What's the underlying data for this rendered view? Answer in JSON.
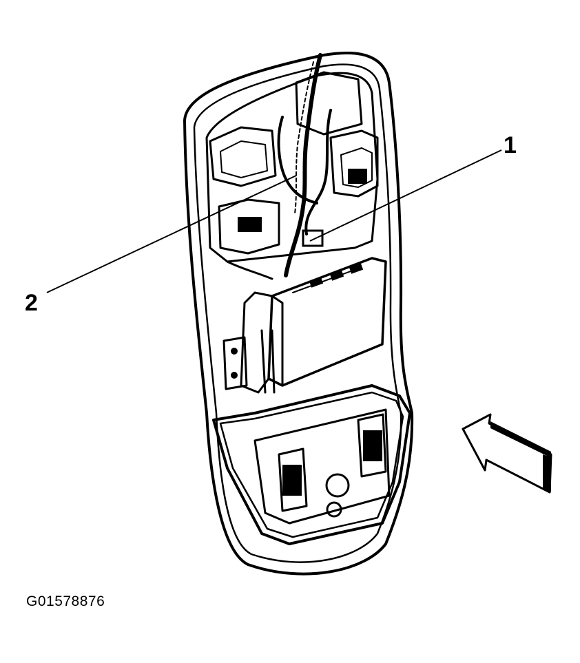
{
  "diagram": {
    "callouts": [
      {
        "label": "1"
      },
      {
        "label": "2"
      }
    ],
    "figure_id": "G01578876",
    "direction_arrow": "view-direction-arrow-icon"
  }
}
